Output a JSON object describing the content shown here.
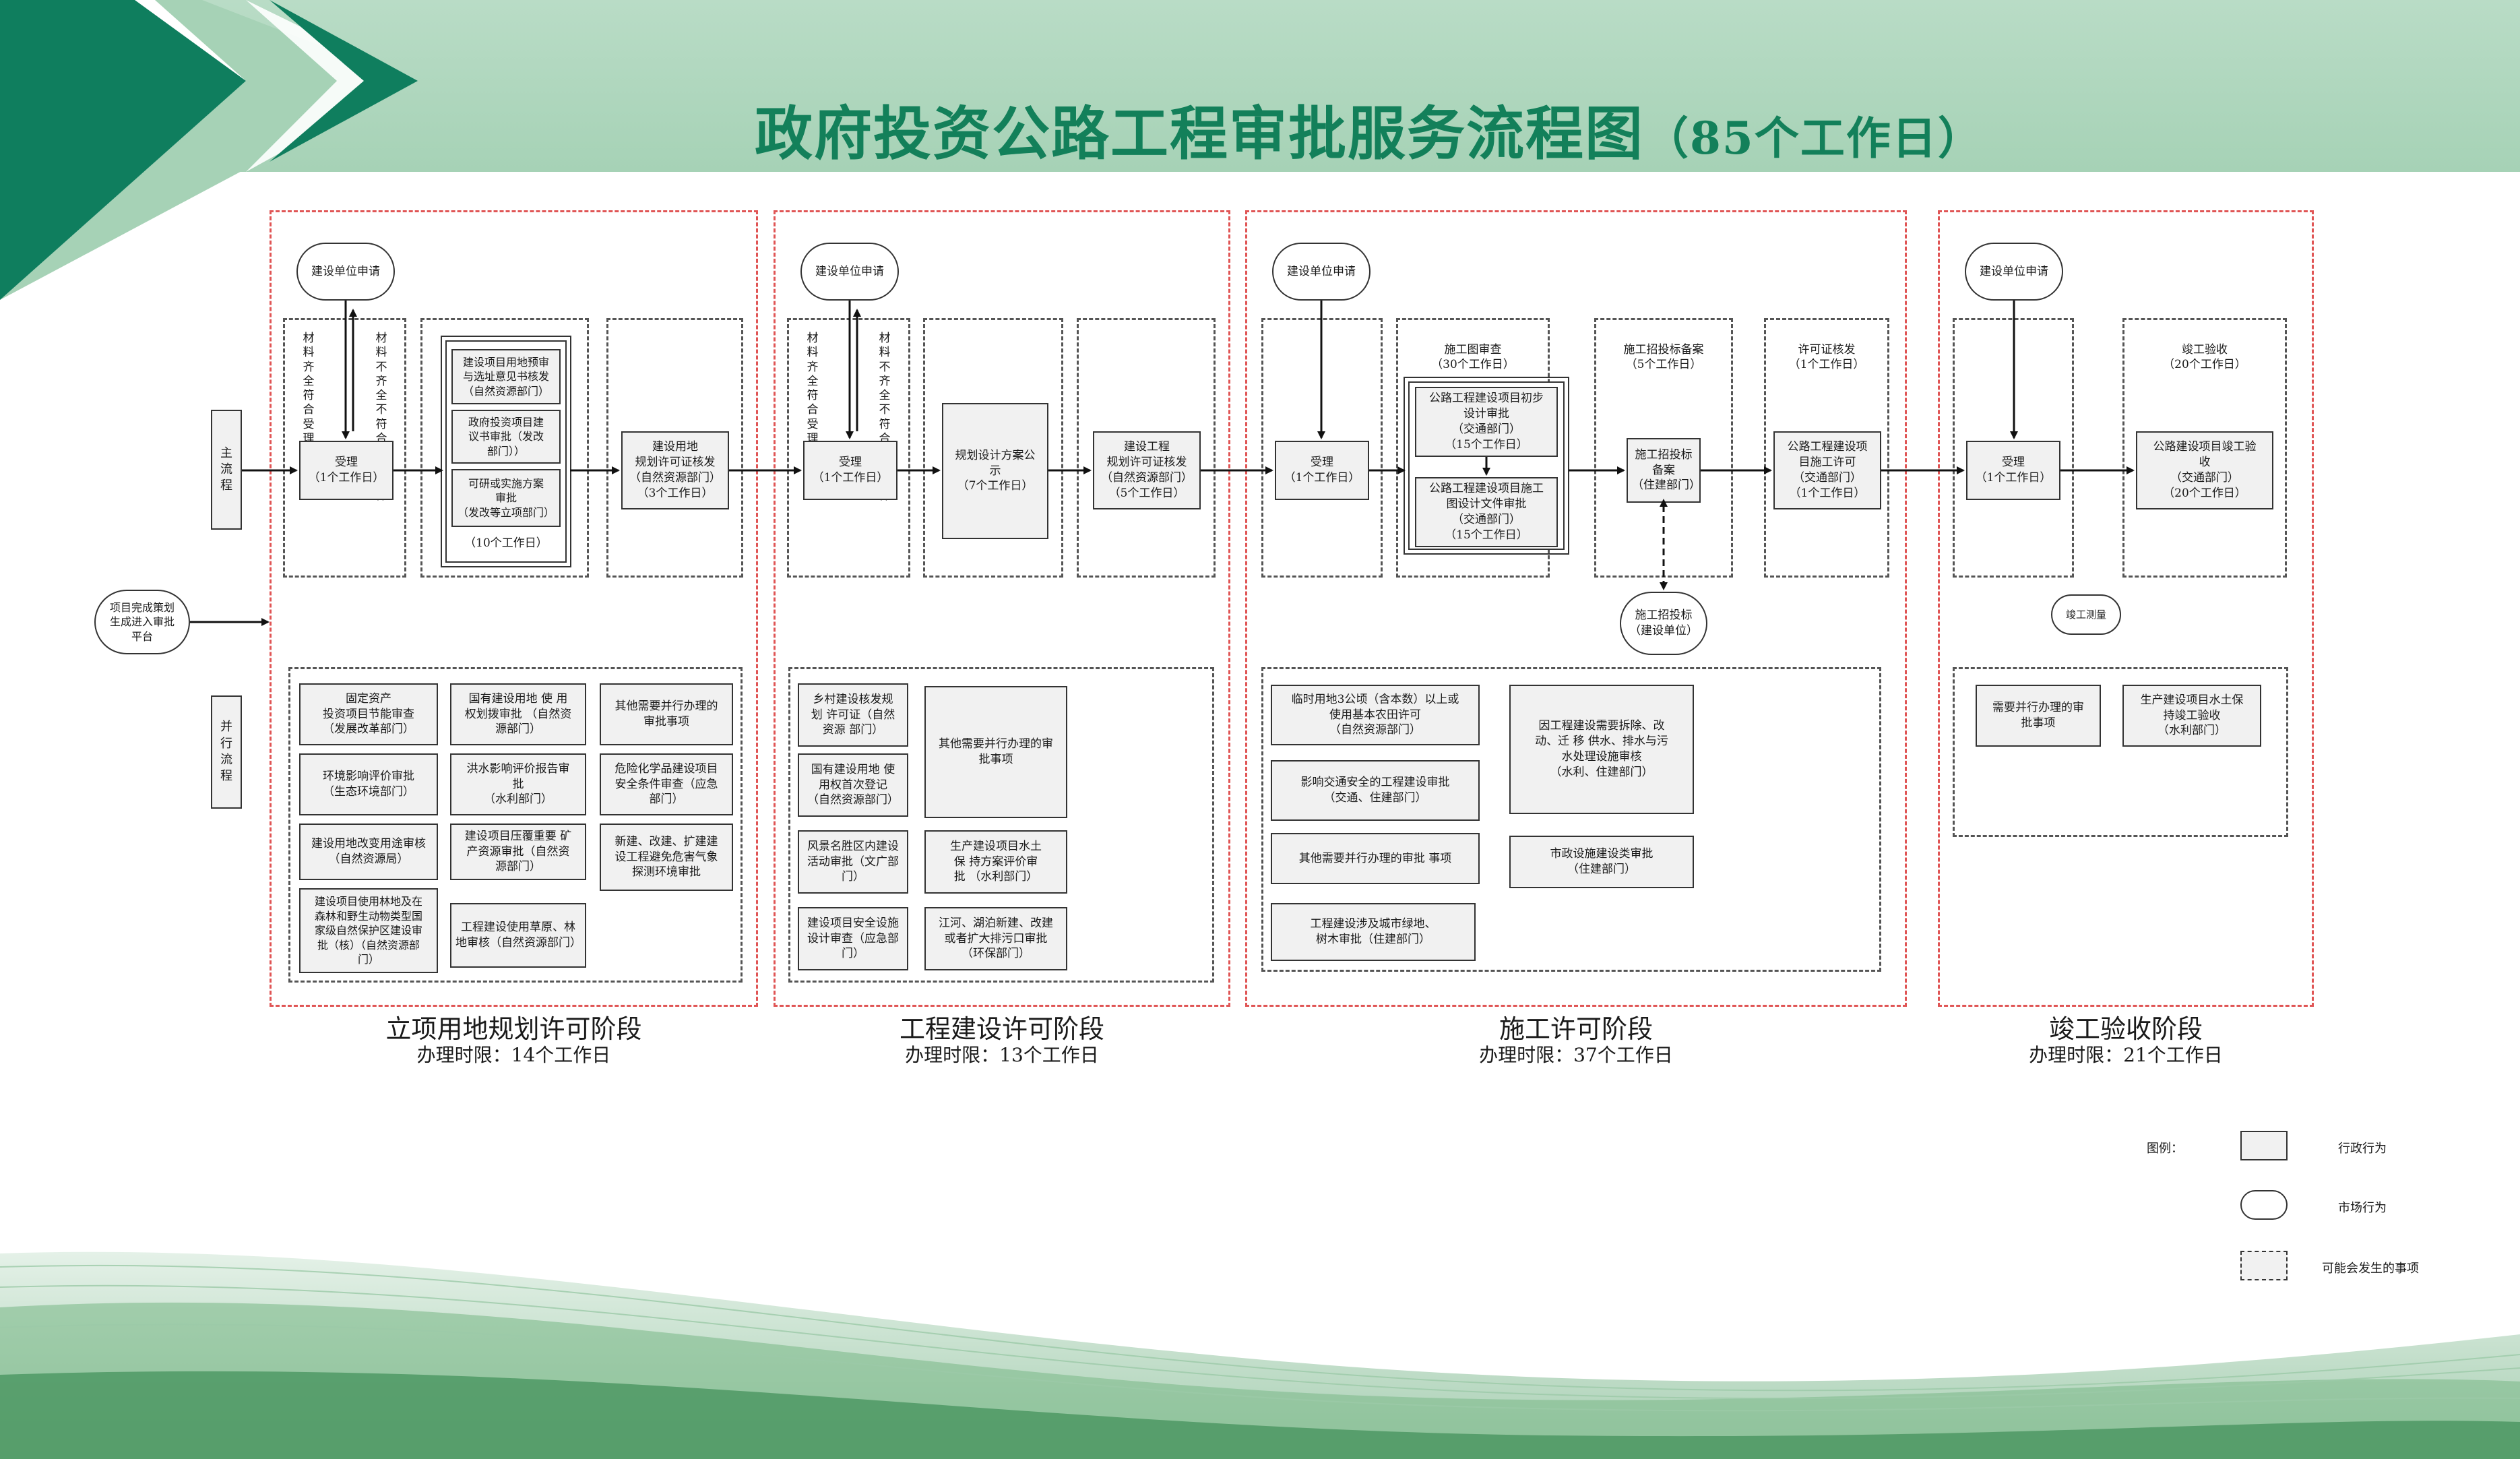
{
  "title": {
    "main": "政府投资公路工程审批服务流程图",
    "sub": "（85个工作日）"
  },
  "side": {
    "main_flow": "主\n流\n程",
    "parallel_flow": "并\n行\n流\n程",
    "entry": "项目完成策划\n生成进入审批\n平台"
  },
  "stage1": {
    "apply": "建设单位申请",
    "complete": "材\n料\n齐\n全\n符\n合\n受\n理\n条\n件",
    "incomplete": "材\n料\n不\n齐\n全\n不\n符\n合\n受\n理\n条\n件",
    "accept": "受理\n（1个工作日）",
    "b1": "建设项目用地预审\n与选址意见书核发\n（自然资源部门）",
    "b2": "政府投资项目建\n议书审批（发改\n部门））",
    "b3": "可研或实施方案\n审批\n（发改等立项部门）",
    "days10": "（10个工作日）",
    "permit": "建设用地\n规划许可证核发\n（自然资源部门）\n（3个工作日）",
    "p": [
      "固定资产\n投资项目节能审查\n（发展改革部门）",
      "国有建设用地 使 用\n权划拨审批 （自然资\n源部门）",
      "其他需要并行办理的\n审批事项",
      "环境影响评价审批\n（生态环境部门）",
      "洪水影响评价报告审\n批\n（水利部门）",
      "危险化学品建设项目\n安全条件审查（应急\n部门）",
      "建设用地改变用途审核\n（自然资源局）",
      "建设项目压覆重要 矿\n产资源审批（自然资\n源部门）",
      "新建、改建、扩建建\n设工程避免危害气象\n探测环境审批",
      "建设项目使用林地及在\n森林和野生动物类型国\n家级自然保护区建设审\n批（核）（自然资源部\n门）",
      "工程建设使用草原、林\n地审核（自然资源部门）"
    ],
    "stage_title": "立项用地规划许可阶段",
    "stage_limit": "办理时限：14个工作日"
  },
  "stage2": {
    "apply": "建设单位申请",
    "complete": "材\n料\n齐\n全\n符\n合\n受\n理\n条\n件",
    "incomplete": "材\n料\n不\n齐\n全\n不\n符\n合\n受\n理\n条\n件",
    "accept": "受理\n（1个工作日）",
    "publicity": "规划设计方案公\n示\n（7个工作日）",
    "permit": "建设工程\n规划许可证核发\n（自然资源部门）\n（5个工作日）",
    "p": [
      "乡村建设核发规\n划 许可证（自然\n资源 部门）",
      "其他需要并行办理的审\n批事项",
      "国有建设用地 使\n用权首次登记\n（自然资源部门）",
      "风景名胜区内建设\n活动审批（文广部\n门）",
      "生产建设项目水土\n保 持方案评价审\n批 （水利部门）",
      "建设项目安全设施\n设计审查（应急部\n门）",
      "江河、湖泊新建、改建\n或者扩大排污口审批\n（环保部门）"
    ],
    "stage_title": "工程建设许可阶段",
    "stage_limit": "办理时限：13个工作日"
  },
  "stage3": {
    "apply": "建设单位申请",
    "accept": "受理\n（1个工作日）",
    "drawing_review": "施工图审查\n（30个工作日）",
    "d1": "公路工程建设项目初步\n设计审批\n（交通部门）\n（15个工作日）",
    "d2": "公路工程建设项目施工\n图设计文件审批\n（交通部门）\n（15个工作日）",
    "bid_header": "施工招投标备案\n（5个工作日）",
    "bid": "施工招投标\n备案\n（住建部门）",
    "bid_unit": "施工招投标\n（建设单位）",
    "permit_header": "许可证核发\n（1个工作日）",
    "permit": "公路工程建设项\n目施工许可\n（交通部门）\n（1个工作日）",
    "p": [
      "临时用地3公顷（含本数）以上或\n使用基本农田许可\n（自然资源部门）",
      "因工程建设需要拆除、改\n动、迁 移 供水、排水与污\n水处理设施审核\n（水利、住建部门）",
      "影响交通安全的工程建设审批\n（交通、住建部门）",
      "其他需要并行办理的审批 事项",
      "市政设施建设类审批\n（住建部门）",
      "工程建设涉及城市绿地、\n树木审批（住建部门）"
    ],
    "stage_title": "施工许可阶段",
    "stage_limit": "办理时限：37个工作日"
  },
  "stage4": {
    "apply": "建设单位申请",
    "accept": "受理\n（1个工作日）",
    "acceptance_header": "竣工验收\n（20个工作日）",
    "acceptance": "公路建设项目竣工验\n收\n（交通部门）\n（20个工作日）",
    "survey": "竣工测量",
    "p": [
      "需要并行办理的审\n批事项",
      "生产建设项目水土保\n持竣工验收\n（水利部门）"
    ],
    "stage_title": "竣工验收阶段",
    "stage_limit": "办理时限：21个工作日"
  },
  "legend": {
    "title": "图例：",
    "admin": "行政行为",
    "market": "市场行为",
    "possible": "可能会发生的事项"
  },
  "colors": {
    "header_band": "#a6d2b6",
    "title": "#13805a",
    "corner_dark": "#0f7e5e",
    "region_border": "#e05555"
  }
}
